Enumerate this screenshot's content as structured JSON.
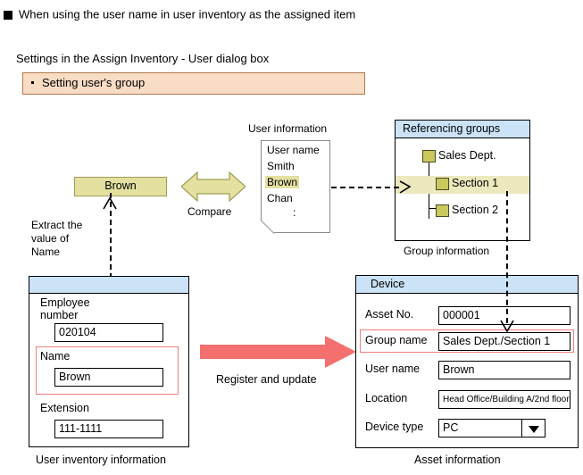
{
  "heading": {
    "bullet": "square-bullet",
    "text": "When using the user name in user inventory as the assigned item"
  },
  "settings_section": {
    "caption": "Settings in the Assign Inventory - User dialog box",
    "item": "Setting user's group"
  },
  "user_information": {
    "caption": "User information",
    "rows": [
      "User name",
      "Smith",
      "Brown",
      "Chan",
      ":"
    ],
    "highlighted_row": "Brown"
  },
  "referencing_groups": {
    "title": "Referencing groups",
    "caption": "Group information",
    "tree": [
      {
        "label": "Sales Dept.",
        "level": 0,
        "highlighted": false
      },
      {
        "label": "Section 1",
        "level": 1,
        "highlighted": true
      },
      {
        "label": "Section 2",
        "level": 1,
        "highlighted": false
      }
    ]
  },
  "extracted_value": {
    "box_value": "Brown",
    "note": "Extract the\nvalue of\nName",
    "note_lines": [
      "Extract the",
      "value of",
      "Name"
    ]
  },
  "compare": {
    "label": "Compare",
    "icon": "double-arrow-horizontal"
  },
  "register": {
    "label": "Register and update",
    "icon": "right-arrow"
  },
  "user_inventory": {
    "caption": "User inventory information",
    "fields": [
      {
        "label": "Employee\nnumber",
        "label_lines": [
          "Employee",
          "number"
        ],
        "value": "020104",
        "highlighted": false
      },
      {
        "label": "Name",
        "label_lines": [
          "Name"
        ],
        "value": "Brown",
        "highlighted": true
      },
      {
        "label": "Extension",
        "label_lines": [
          "Extension"
        ],
        "value": "111-1111",
        "highlighted": false
      }
    ]
  },
  "device": {
    "title": "Device",
    "caption": "Asset information",
    "fields": [
      {
        "label": "Asset No.",
        "value": "000001",
        "highlighted": false,
        "type": "text"
      },
      {
        "label": "Group name",
        "value": "Sales Dept./Section 1",
        "highlighted": true,
        "type": "text"
      },
      {
        "label": "User name",
        "value": "Brown",
        "highlighted": false,
        "type": "text"
      },
      {
        "label": "Location",
        "value": "Head Office/Building A/2nd floor",
        "highlighted": false,
        "type": "text-small"
      },
      {
        "label": "Device type",
        "value": "PC",
        "highlighted": false,
        "type": "dropdown"
      }
    ]
  },
  "colors": {
    "title_bar_blue": "#CCE2F7",
    "highlight_yellow": "#E3E0A0",
    "tree_row_highlight": "#EDE9BE",
    "folder_olive": "#C9C95E",
    "peach_box": "#F8DCC4",
    "peach_border": "#B07A4F",
    "red_highlight_border": "#F08080",
    "red_arrow": "#F4706E"
  }
}
